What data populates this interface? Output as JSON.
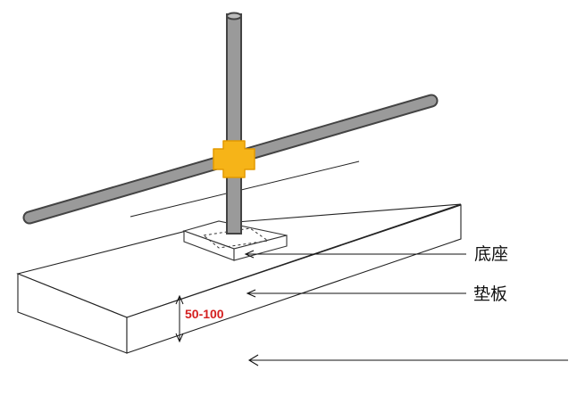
{
  "labels": {
    "base": "底座",
    "plank": "垫板",
    "dimension": "50-100"
  },
  "colors": {
    "tube_fill": "#9a9a9a",
    "tube_outline": "#444444",
    "coupler": "#f6b418",
    "dimension_text": "#d42020",
    "line": "#111111"
  }
}
